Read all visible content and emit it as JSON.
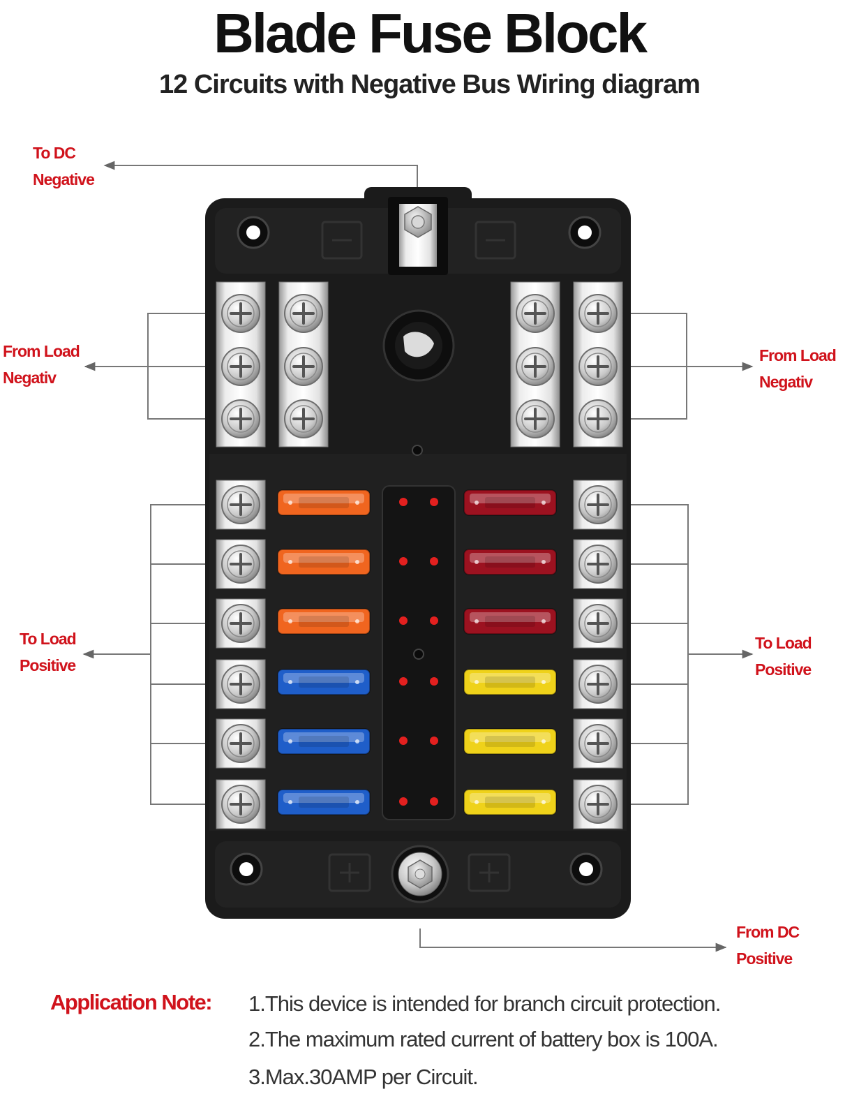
{
  "header": {
    "title": "Blade Fuse Block",
    "subtitle": "12 Circuits with Negative Bus Wiring diagram"
  },
  "callouts": {
    "to_dc_negative": [
      "To DC",
      "Negative"
    ],
    "from_load_negative_left": [
      "From Load",
      "Negativ"
    ],
    "from_load_negative_right": [
      "From Load",
      "Negativ"
    ],
    "to_load_positive_left": [
      "To Load",
      "Positive"
    ],
    "to_load_positive_right": [
      "To Load",
      "Positive"
    ],
    "from_dc_positive": [
      "From DC",
      "Positive"
    ]
  },
  "fuses": {
    "left": [
      "orange",
      "orange",
      "orange",
      "blue",
      "blue",
      "blue"
    ],
    "right": [
      "red",
      "red",
      "red",
      "yellow",
      "yellow",
      "yellow"
    ]
  },
  "colors": {
    "label_red": "#d0121b",
    "housing": "#1b1b1b",
    "orange": "#f0651f",
    "blue": "#1f5ec9",
    "red": "#9c1220",
    "yellow": "#efd21a",
    "led": "#e3201f"
  },
  "notes": {
    "heading": "Application Note:",
    "items": [
      "1.This device is intended for branch circuit protection.",
      "2.The maximum rated current of battery box is 100A.",
      "3.Max.30AMP per Circuit."
    ]
  }
}
